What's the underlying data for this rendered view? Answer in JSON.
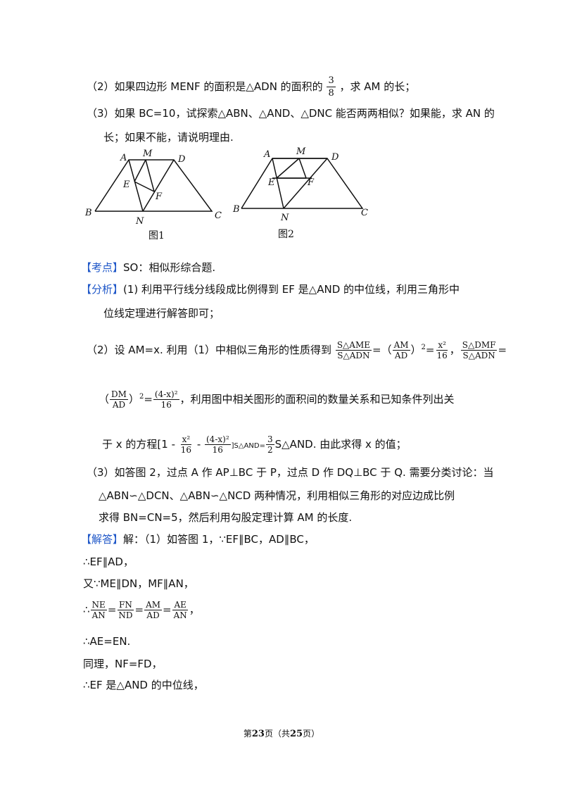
{
  "q2": {
    "prefix": "（2）如果四边形 MENF 的面积是△ADN 的面积的",
    "num": "3",
    "den": "8",
    "suffix": "，求 AM 的长；"
  },
  "q3": {
    "line1": "（3）如果 BC=10，试探索△ABN、△AND、△DNC 能否两两相似？如果能，求 AN 的",
    "line2": "长；如果不能，请说明理由."
  },
  "fig1": {
    "caption": "图1",
    "labels": {
      "A": "A",
      "M": "M",
      "D": "D",
      "E": "E",
      "F": "F",
      "B": "B",
      "N": "N",
      "C": "C"
    }
  },
  "fig2": {
    "caption": "图2",
    "labels": {
      "A": "A",
      "M": "M",
      "D": "D",
      "E": "E",
      "F": "F",
      "B": "B",
      "N": "N",
      "C": "C"
    }
  },
  "kaodian": {
    "tag": "【考点】",
    "text": "SO：相似形综合题."
  },
  "fenxi": {
    "tag": "【分析】",
    "p1a": "(1) 利用平行线分线段成比例得到 EF 是△AND 的中位线，利用三角形中",
    "p1b": "位线定理进行解答即可；",
    "p2": {
      "lead": "（2）设 AM=x. 利用（1）中相似三角形的性质得到",
      "f1n": "S△AME",
      "f1d": "S△ADN",
      "eq1": "=（",
      "f2n": "AM",
      "f2d": "AD",
      "sq1": "）",
      "exp": "2",
      "eq2": "=",
      "f3n": "x²",
      "f3d": "16",
      "comma": "，",
      "f4n": "S△DMF",
      "f4d": "S△ADN",
      "eq3": "="
    },
    "p3": {
      "open": "（",
      "f1n": "DM",
      "f1d": "AD",
      "close": "）",
      "exp": "2",
      "eq": "=",
      "f2n": "(4-x)²",
      "f2d": "16",
      "text": "，利用图中相关图形的面积间的数量关系和已知条件列出关"
    },
    "p4": {
      "lead": "于 x 的方程[1 - ",
      "f1n": "x²",
      "f1d": "16",
      "minus": " - ",
      "f2n": "(4-x)²",
      "f2d": "16",
      "s1": "]S△AND=",
      "f3n": "3",
      "f3d": "2",
      "s2": "S△AND. 由此求得 x 的值；"
    },
    "p5a": "（3）如答图 2，过点 A 作 AP⊥BC 于 P，过点 D 作 DQ⊥BC 于 Q. 需要分类讨论：当",
    "p5b": "△ABN∽△DCN、△ABN∽△NCD 两种情况，利用相似三角形的对应边成比例",
    "p5c": "求得 BN=CN=5，然后利用勾股定理计算 AM 的长度."
  },
  "jieda": {
    "tag": "【解答】",
    "l1": "解：（1）如答图 1，∵EF∥BC，AD∥BC，",
    "l2": "∴EF∥AD，",
    "l3": "又∵ME∥DN，MF∥AN，",
    "l4": {
      "therefore": "∴",
      "f1n": "NE",
      "f1d": "AN",
      "f2n": "FN",
      "f2d": "ND",
      "f3n": "AM",
      "f3d": "AD",
      "f4n": "AE",
      "f4d": "AN",
      "eq": "=",
      "end": "，"
    },
    "l5": "∴AE=EN.",
    "l6": "同理，NF=FD，",
    "l7": "∴EF 是△AND 的中位线，"
  },
  "footer": {
    "a": "第",
    "page": "23",
    "b": "页（共",
    "total": "25",
    "c": "页）"
  }
}
